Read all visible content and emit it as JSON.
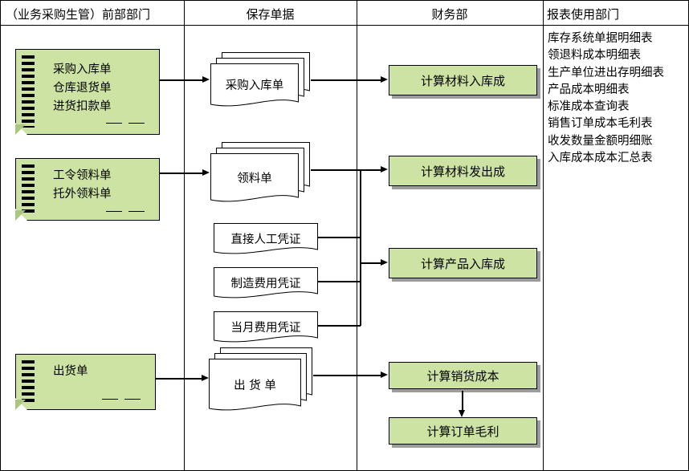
{
  "lanes": [
    {
      "title": "（业务采购生管）前部部门"
    },
    {
      "title": "保存单据"
    },
    {
      "title": "财务部"
    },
    {
      "title": "报表使用部门"
    }
  ],
  "notes": [
    {
      "lines": [
        "采购入库单",
        "仓库退货单",
        "进货扣款单"
      ]
    },
    {
      "lines": [
        "工令领料单",
        "托外领料单"
      ]
    },
    {
      "lines": [
        "出货单"
      ]
    }
  ],
  "documents": [
    {
      "label": "采购入库单"
    },
    {
      "label": "领料单"
    },
    {
      "label": "直接人工凭证"
    },
    {
      "label": "制造费用凭证"
    },
    {
      "label": "当月费用凭证"
    },
    {
      "label": "出 货 单"
    }
  ],
  "processes": [
    {
      "label": "计算材料入库成"
    },
    {
      "label": "计算材料发出成"
    },
    {
      "label": "计算产品入库成"
    },
    {
      "label": "计算销货成本"
    },
    {
      "label": "计算订单毛利"
    }
  ],
  "reports": [
    "库存系统单据明细表",
    "领退料成本明细表",
    "生产单位进出存明细表",
    "产品成本明细表",
    "标准成本查询表",
    "销售订单成本毛利表",
    "收发数量金额明细账",
    "入库成本成本汇总表"
  ],
  "colors": {
    "shape_fill": "#cde3a4",
    "shadow": "#9c9c9c",
    "line": "#000000"
  }
}
